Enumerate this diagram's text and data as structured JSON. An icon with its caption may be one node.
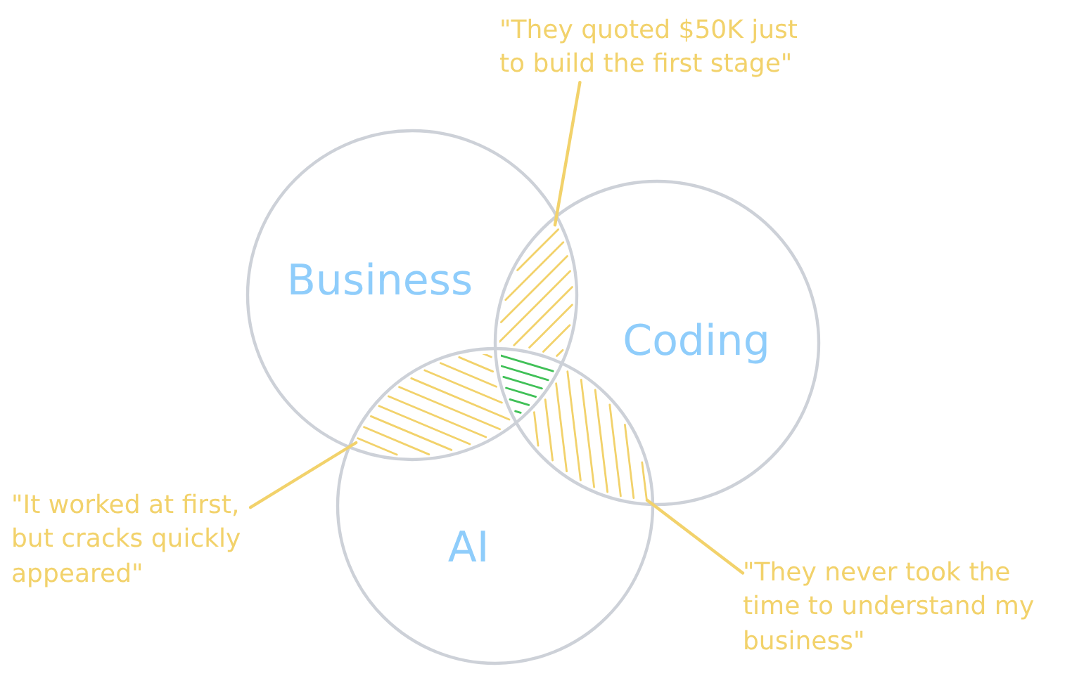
{
  "diagram": {
    "nodes": [
      {
        "text": [
          "\"They quoted $50K just to build the first stage\""
        ]
      },
      {
        "text": [
          "Business"
        ]
      },
      {
        "text": [
          "Coding"
        ]
      },
      {
        "text": [
          "AI"
        ]
      },
      {
        "text": [
          "\"It worked at first, but cracks quickly appeared\""
        ]
      },
      {
        "text": [
          "\"They never took the time to understand my business\""
        ]
      },
      {
        "text": [],
        "shape": "lens"
      },
      {
        "text": [],
        "shape": "lens"
      },
      {
        "text": [],
        "shape": "lens"
      },
      {
        "text": [],
        "shape": "triangle"
      }
    ],
    "edges": [
      {
        "from": 0,
        "to": 6,
        "arrow": "none"
      },
      {
        "from": 4,
        "to": 7,
        "arrow": "none"
      },
      {
        "from": 5,
        "to": 8,
        "arrow": "none"
      }
    ]
  }
}
